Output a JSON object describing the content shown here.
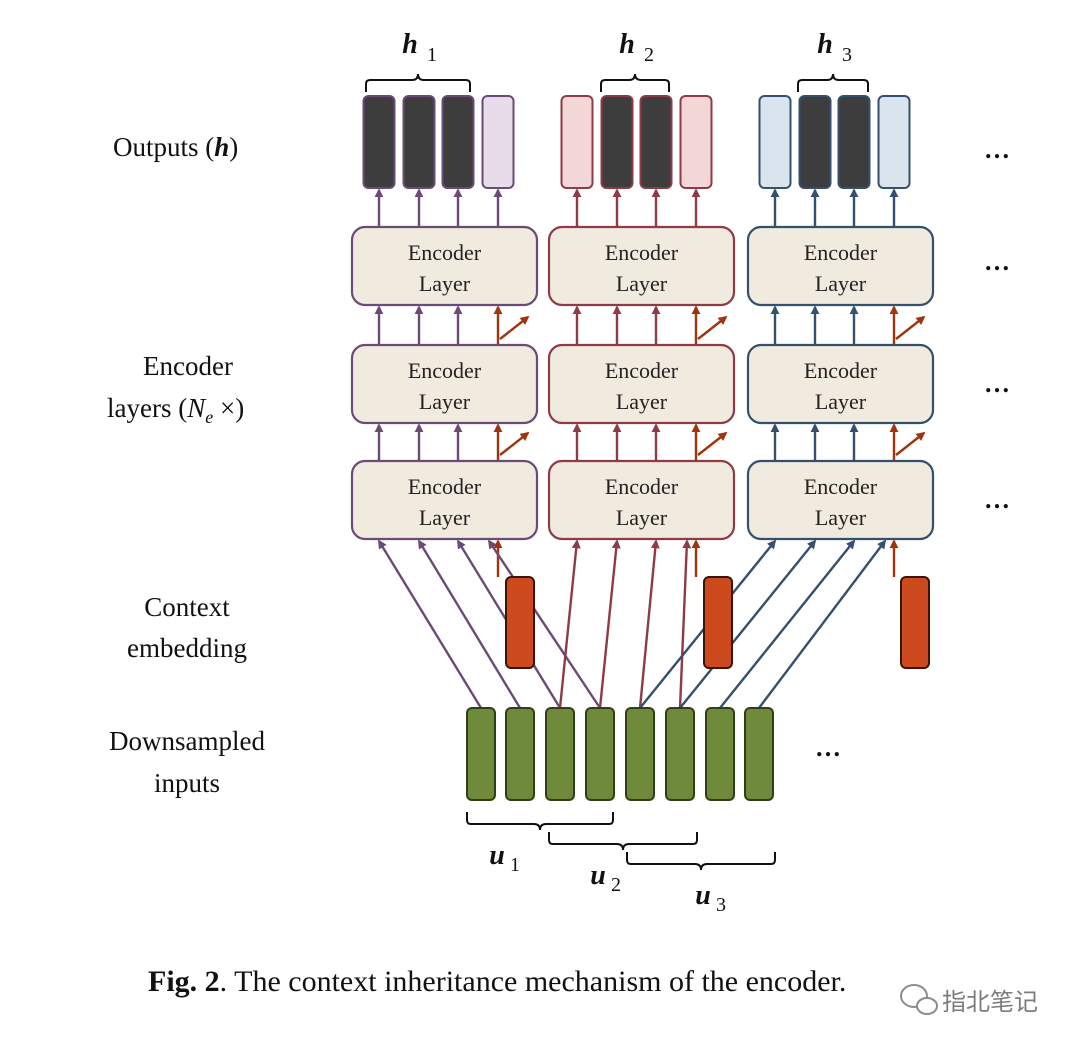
{
  "labels": {
    "outputs": "Outputs (",
    "outputs_var": "h",
    "outputs_close": ")",
    "encoder_layers_1": "Encoder",
    "encoder_layers_2a": "layers (",
    "encoder_layers_var": "N",
    "encoder_layers_sub": "e",
    "encoder_layers_2b": " ×)",
    "context_1": "Context",
    "context_2": "embedding",
    "inputs_1": "Downsampled",
    "inputs_2": "inputs"
  },
  "encoder_box": {
    "line1": "Encoder",
    "line2": "Layer"
  },
  "ellipsis": "…",
  "outputs_groups": [
    {
      "var": "h",
      "sub": "1"
    },
    {
      "var": "h",
      "sub": "2"
    },
    {
      "var": "h",
      "sub": "3"
    }
  ],
  "input_groups": [
    {
      "var": "u",
      "sub": "1"
    },
    {
      "var": "u",
      "sub": "2"
    },
    {
      "var": "u",
      "sub": "3"
    }
  ],
  "caption": {
    "fig": "Fig. 2",
    "text": ". The context inheritance mechanism of the encoder."
  },
  "watermark": "指北笔记",
  "colors": {
    "group1": "#6b4a78",
    "group2": "#8e3b46",
    "group3": "#34506e",
    "context": "#a0340e",
    "context_fill": "#cc4a1e",
    "input_fill": "#6f8a3a",
    "input_stroke": "#2f3f17",
    "encoder_fill": "#f1ebdf",
    "output_dark": "#3d3d3d",
    "output_light1": "#e9dcea",
    "output_light2": "#f3d6d6",
    "output_light3": "#d9e4ef"
  }
}
